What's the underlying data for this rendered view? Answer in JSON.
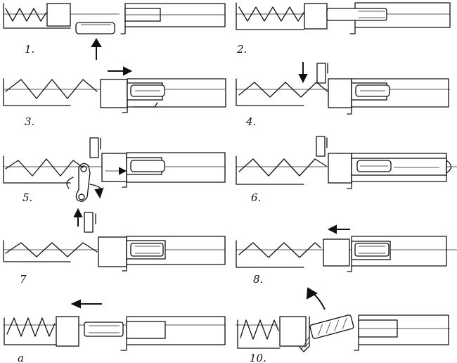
{
  "labels": [
    "1.",
    "2.",
    "3.",
    "4.",
    "5.",
    "6.",
    "7",
    "8.",
    "a",
    "10."
  ],
  "colors": {
    "ink": "#111111",
    "paper": "#ffffff"
  }
}
